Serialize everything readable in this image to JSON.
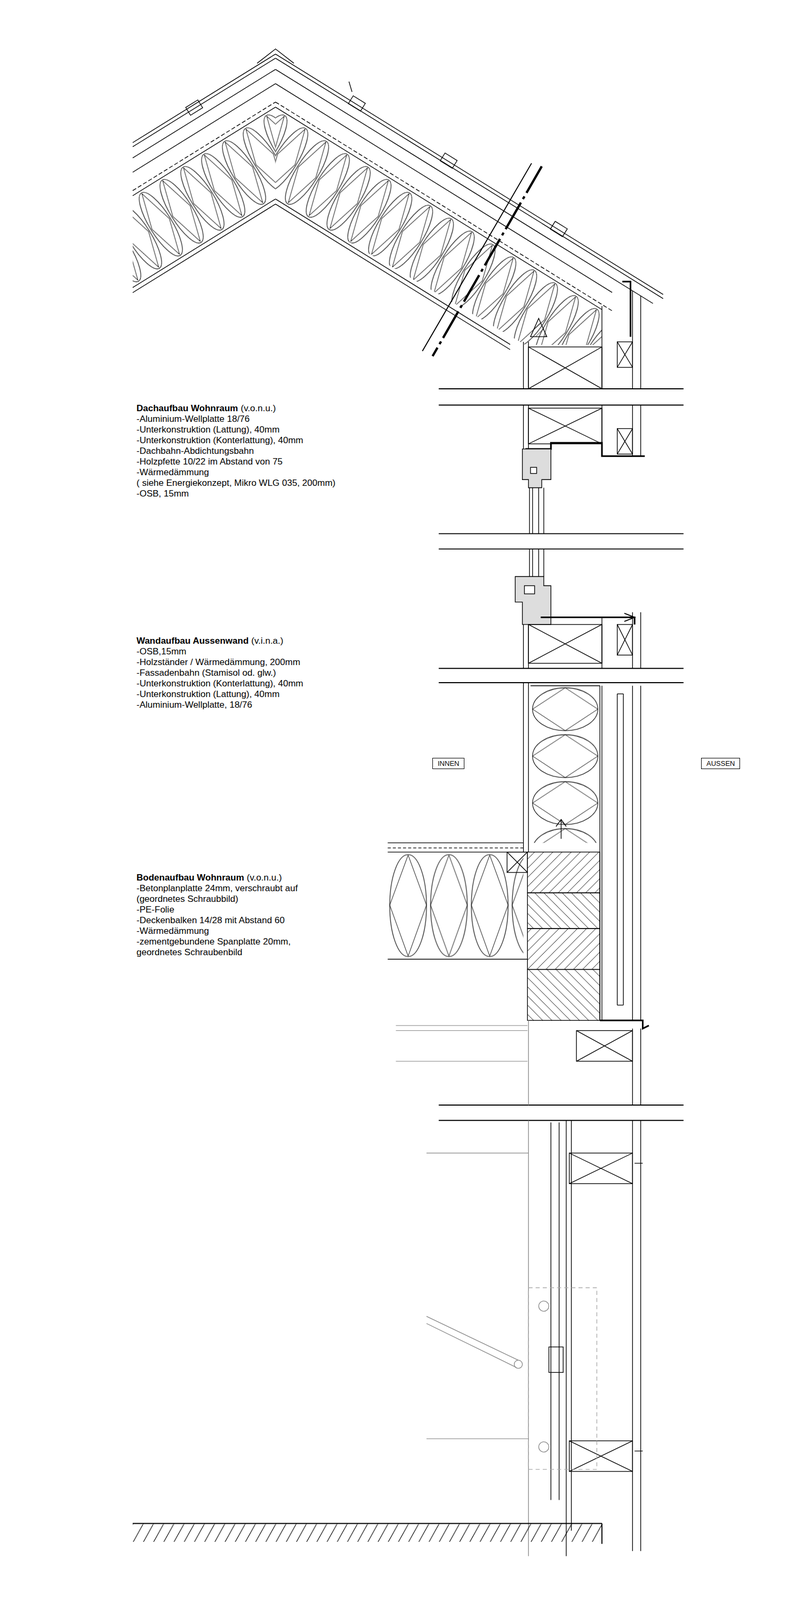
{
  "diagram": {
    "nodes": [
      {
        "text": [
          "INNEN"
        ]
      },
      {
        "text": [
          "AUSSEN"
        ]
      }
    ],
    "labels": [
      "Dachaufbau Wohnraum",
      "(v.o.n.u.)",
      "-Aluminium-Wellplatte 18/76",
      "-Unterkonstruktion (Lattung), 40mm",
      "-Unterkonstruktion (Konterlattung), 40mm",
      "-Dachbahn-Abdichtungsbahn",
      "-Holzpfette 10/22 im Abstand von 75",
      "-Wärmedämmung",
      "( siehe Energiekonzept, Mikro WLG 035, 200mm)",
      "-OSB, 15mm",
      "Wandaufbau Aussenwand",
      "(v.i.n.a.)",
      "-OSB,15mm",
      "-Holzständer / Wärmedämmung, 200mm",
      "-Fassadenbahn (Stamisol od. glw.)",
      "-Unterkonstruktion (Konterlattung), 40mm",
      "-Unterkonstruktion (Lattung), 40mm",
      "-Aluminium-Wellplatte, 18/76",
      "Bodenaufbau Wohnraum",
      "(v.o.n.u.)",
      "-Betonplanplatte 24mm, verschraubt auf (geordnetes Schraubbild)",
      "-PE-Folie",
      "-Deckenbalken 14/28 mit Abstand 60",
      "-Wärmedämmung",
      "-zementgebundene Spanplatte 20mm, geordnetes Schraubenbild"
    ]
  }
}
